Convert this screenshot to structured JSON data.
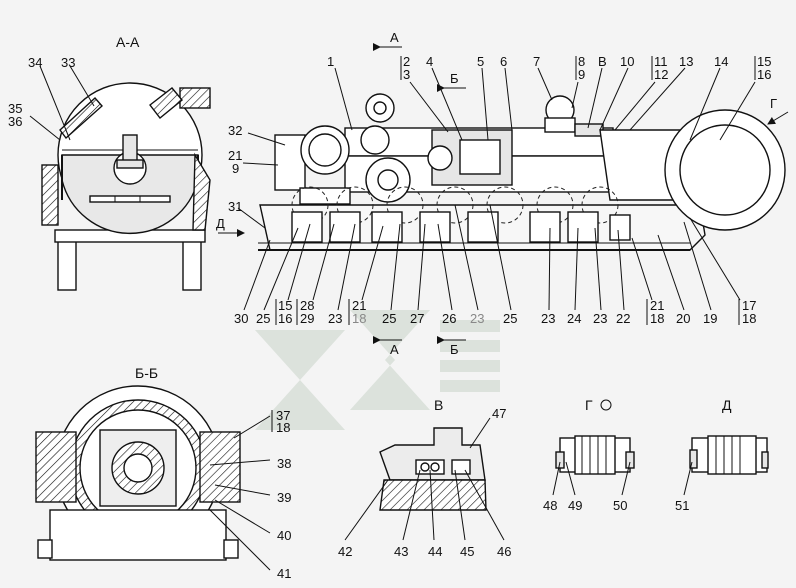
{
  "sections": {
    "aa": "А-А",
    "bb": "Б-Б",
    "v": "В",
    "g": "Г",
    "d": "Д"
  },
  "arrows": {
    "a_top": "А",
    "b_top": "Б",
    "a_bottom": "А",
    "b_bottom": "Б",
    "g_view": "Г",
    "d_view": "Д"
  },
  "aa_labels": [
    "34",
    "33",
    "35",
    "36"
  ],
  "main_top_labels": [
    "1",
    "2",
    "3",
    "4",
    "5",
    "6",
    "7",
    "8",
    "9",
    "В",
    "10",
    "11",
    "12",
    "13",
    "14",
    "15",
    "16"
  ],
  "main_left_labels": [
    "32",
    "21",
    "9",
    "31"
  ],
  "main_bottom_labels": [
    "30",
    "25",
    "15",
    "16",
    "28",
    "29",
    "23",
    "21",
    "18",
    "25",
    "27",
    "26",
    "23",
    "25",
    "23",
    "24",
    "23",
    "22",
    "21",
    "18",
    "20",
    "19",
    "17",
    "18"
  ],
  "bb_labels": [
    "37",
    "18",
    "38",
    "39",
    "40",
    "41"
  ],
  "v_labels": [
    "47",
    "42",
    "43",
    "44",
    "45",
    "46"
  ],
  "g_labels": [
    "48",
    "49",
    "50"
  ],
  "d_labels": [
    "51"
  ],
  "colors": {
    "line": "#111111",
    "background": "#f4f4f4",
    "watermark": "#c9d4c9"
  }
}
